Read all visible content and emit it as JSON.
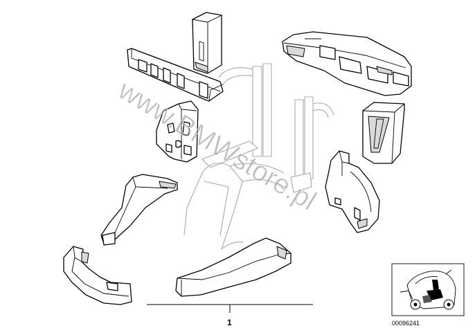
{
  "diagram": {
    "watermark": "www.BMWstore.pl",
    "callout_number": "1",
    "thumbnail_code": "00096241"
  }
}
